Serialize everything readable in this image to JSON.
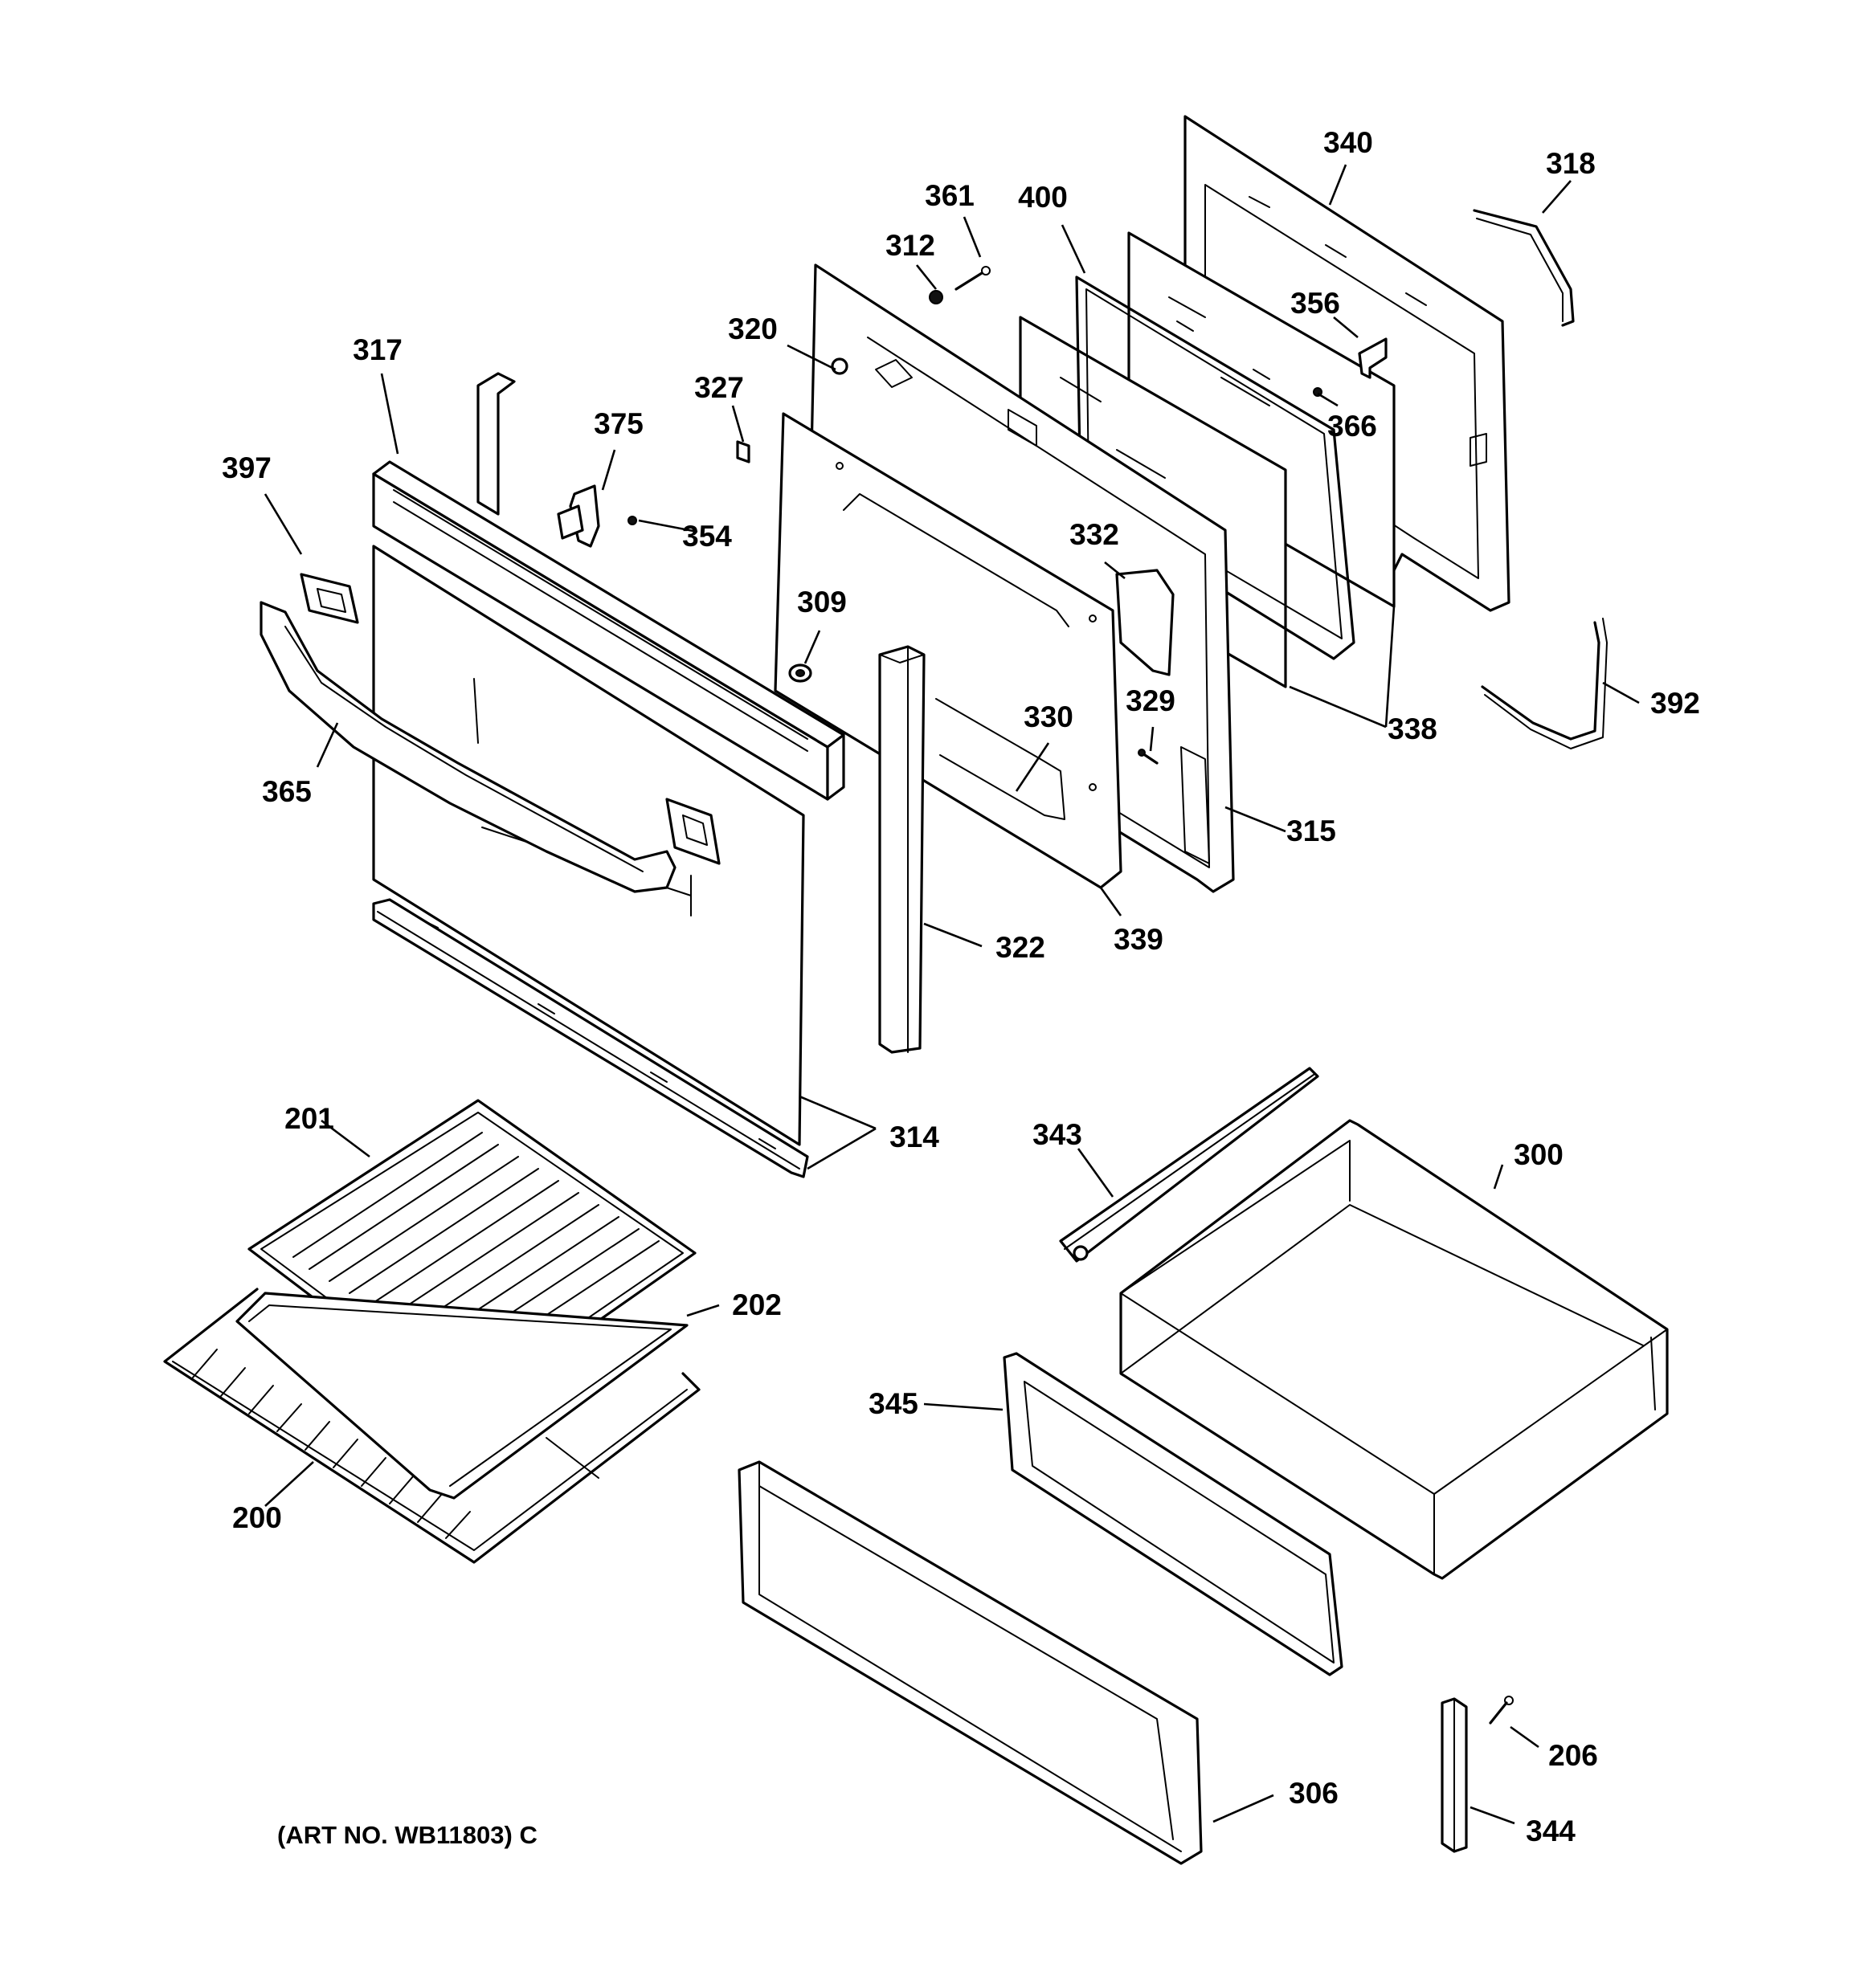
{
  "caption": "(ART NO. WB11803) C",
  "labels": {
    "l340": "340",
    "l318": "318",
    "l361": "361",
    "l400": "400",
    "l312": "312",
    "l356": "356",
    "l320": "320",
    "l327": "327",
    "l317": "317",
    "l375": "375",
    "l366": "366",
    "l397": "397",
    "l354": "354",
    "l332": "332",
    "l309": "309",
    "l329": "329",
    "l338": "338",
    "l392": "392",
    "l330": "330",
    "l365": "365",
    "l315": "315",
    "l339": "339",
    "l322": "322",
    "l201": "201",
    "l314": "314",
    "l343": "343",
    "l300": "300",
    "l202": "202",
    "l345": "345",
    "l200": "200",
    "l206": "206",
    "l306": "306",
    "l344": "344"
  }
}
